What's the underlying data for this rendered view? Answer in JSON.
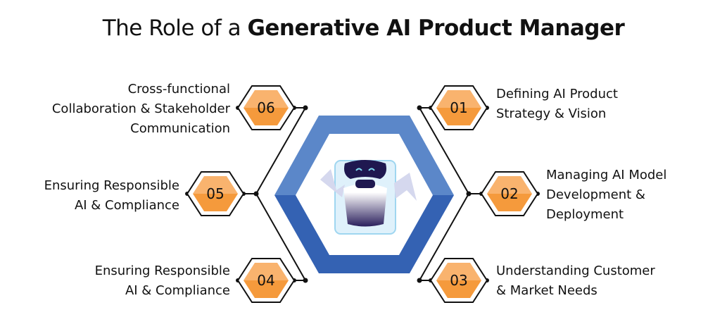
{
  "title": {
    "prefix": "The Role of a ",
    "bold": "Generative AI Product Manager"
  },
  "colors": {
    "hex_light": "#f9b36e",
    "hex_dark": "#f59a3c",
    "ring_light": "#5b87c9",
    "ring_dark": "#2f5db0"
  },
  "items": [
    {
      "num": "01",
      "lines": [
        "Defining AI Product",
        "Strategy & Vision"
      ]
    },
    {
      "num": "02",
      "lines": [
        "Managing AI Model",
        "Development &",
        "Deployment"
      ]
    },
    {
      "num": "03",
      "lines": [
        "Understanding Customer",
        "& Market Needs"
      ]
    },
    {
      "num": "04",
      "lines": [
        "Ensuring Responsible",
        "AI & Compliance"
      ]
    },
    {
      "num": "05",
      "lines": [
        "Ensuring Responsible",
        "AI & Compliance"
      ]
    },
    {
      "num": "06",
      "lines": [
        "Cross-functional",
        "Collaboration & Stakeholder",
        "Communication"
      ]
    }
  ]
}
